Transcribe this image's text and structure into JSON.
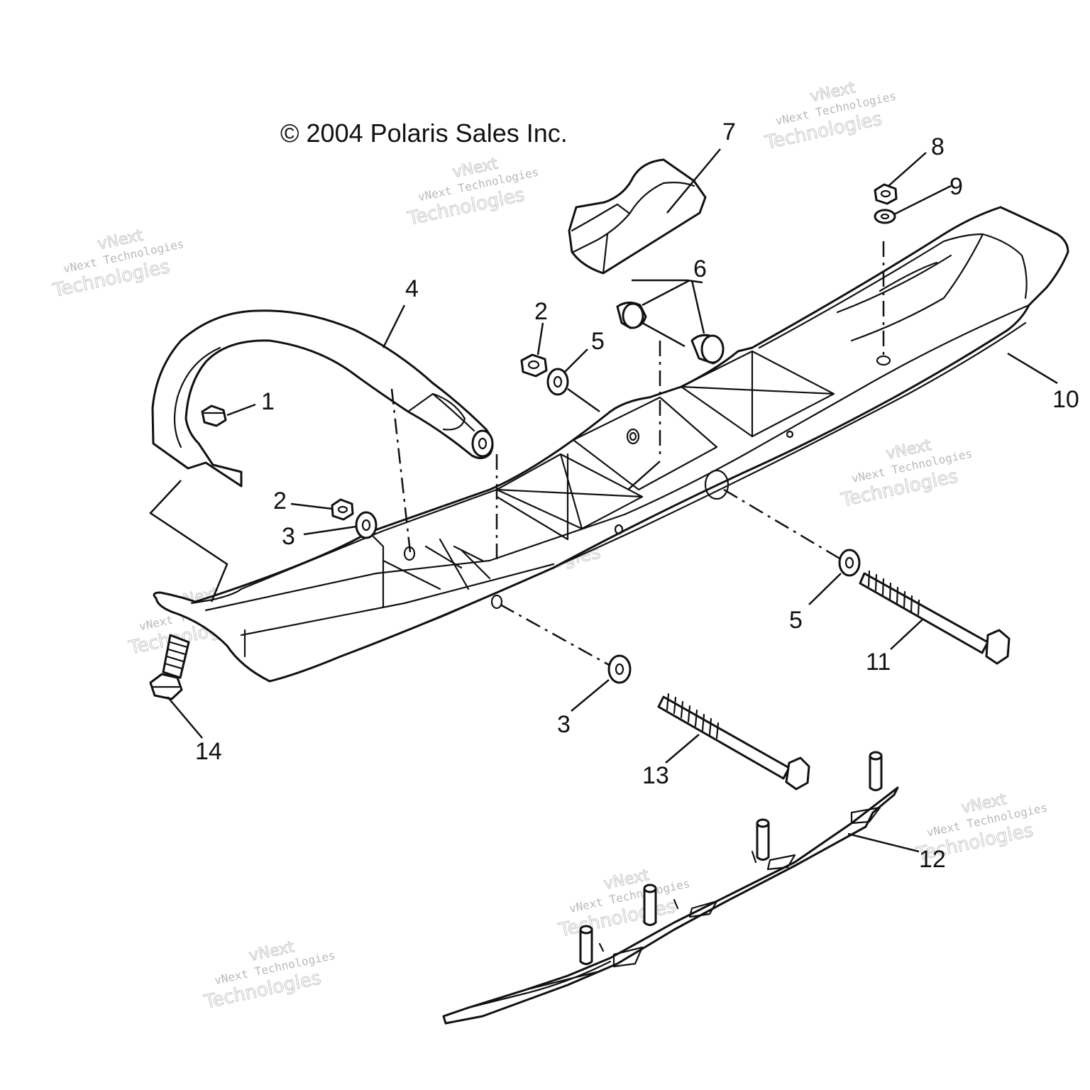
{
  "copyright": "© 2004 Polaris Sales Inc.",
  "watermark": {
    "line1": "vNext",
    "line2": "vNext Technologies",
    "line3": "Technologies",
    "color": "#c8c8c8"
  },
  "callouts": {
    "c1": "1",
    "c2a": "2",
    "c2b": "2",
    "c3a": "3",
    "c3b": "3",
    "c4": "4",
    "c5a": "5",
    "c5b": "5",
    "c6": "6",
    "c7": "7",
    "c8": "8",
    "c9": "9",
    "c10": "10",
    "c11": "11",
    "c12": "12",
    "c13": "13",
    "c14": "14"
  },
  "colors": {
    "line": "#111111",
    "background": "#ffffff"
  }
}
